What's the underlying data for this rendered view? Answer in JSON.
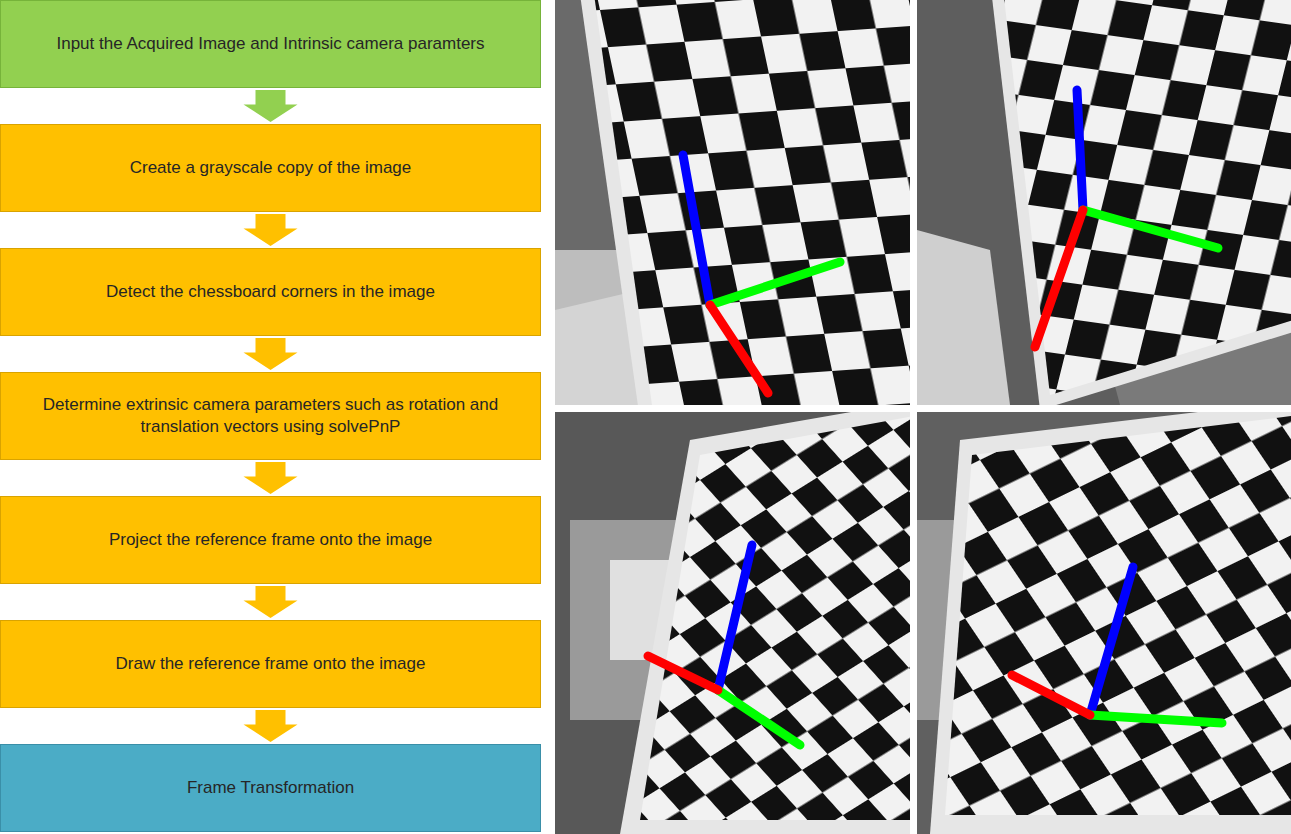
{
  "diagram": {
    "nodes": [
      {
        "text": [
          "Input the Acquired Image and Intrinsic camera paramters"
        ]
      },
      {
        "text": [
          "Create a grayscale copy of the image"
        ]
      },
      {
        "text": [
          "Detect the chessboard corners in the image"
        ]
      },
      {
        "text": [
          "Determine extrinsic camera parameters such as rotation and translation vectors using solvePnP"
        ]
      },
      {
        "text": [
          "Project the reference frame onto the image"
        ]
      },
      {
        "text": [
          "Draw the reference frame onto the image"
        ]
      },
      {
        "text": [
          "Frame Transformation"
        ]
      }
    ],
    "edges": [
      {
        "from": 0,
        "to": 1,
        "arrow": "to"
      },
      {
        "from": 1,
        "to": 2,
        "arrow": "to"
      },
      {
        "from": 2,
        "to": 3,
        "arrow": "to"
      },
      {
        "from": 3,
        "to": 4,
        "arrow": "to"
      },
      {
        "from": 4,
        "to": 5,
        "arrow": "to"
      },
      {
        "from": 5,
        "to": 6,
        "arrow": "to"
      }
    ]
  }
}
